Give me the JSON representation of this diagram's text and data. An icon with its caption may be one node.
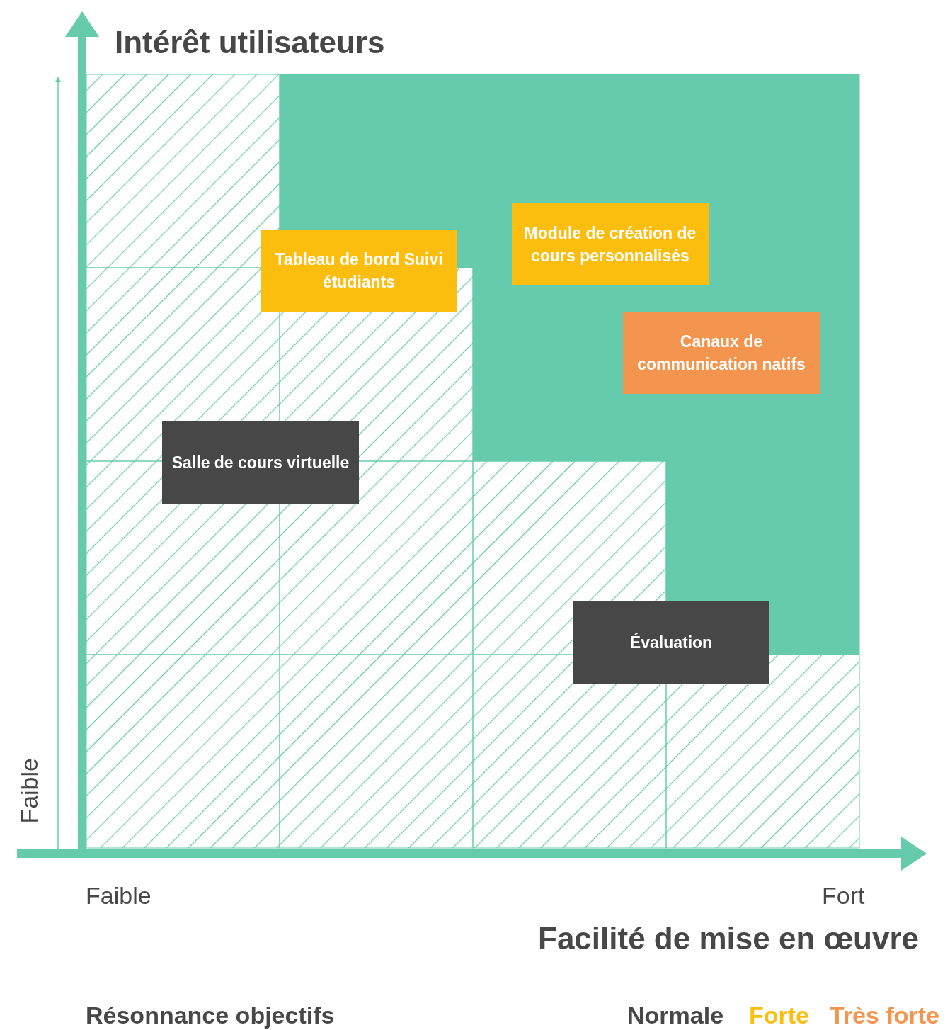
{
  "diagram": {
    "nodes": [
      {
        "text": [
          "Module de création de cours personnalisés"
        ]
      },
      {
        "text": [
          "Tableau de bord Suivi étudiants"
        ]
      },
      {
        "text": [
          "Canaux de communication natifs"
        ]
      },
      {
        "text": [
          "Salle de cours virtuelle"
        ]
      },
      {
        "text": [
          "Évaluation"
        ]
      }
    ],
    "labels": [
      "Intérêt utilisateurs",
      "Faible",
      "Faible",
      "Fort",
      "Facilité de mise en œuvre",
      "Résonnance objectifs"
    ],
    "legend": [
      {
        "text": "Normale",
        "color": "#474747"
      },
      {
        "text": "Forte",
        "color": "#fbbe0f"
      },
      {
        "text": "Très forte",
        "color": "#f3954f"
      }
    ]
  }
}
